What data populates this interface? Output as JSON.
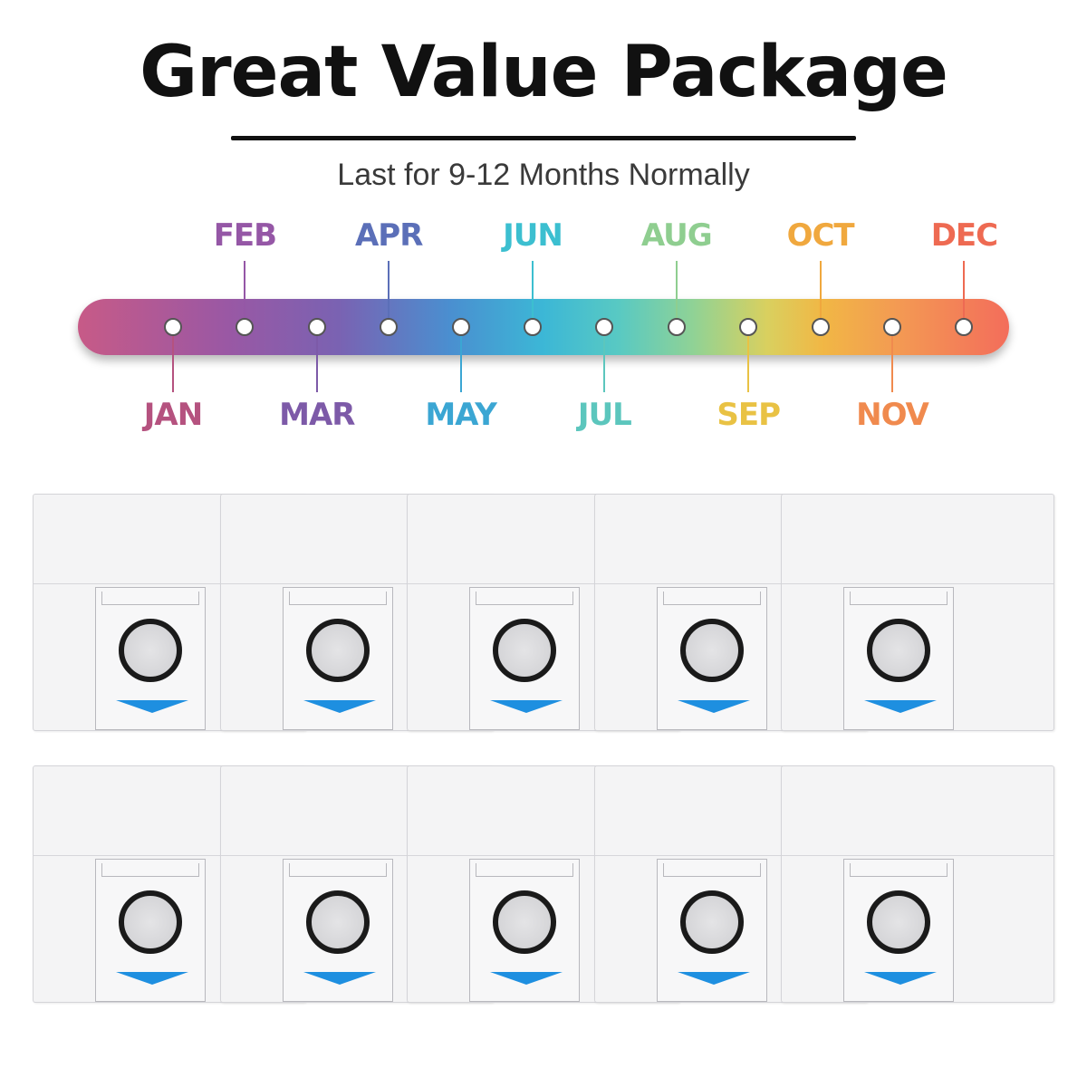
{
  "title": "Great Value Package",
  "subtitle": "Last for 9-12 Months Normally",
  "timeline": {
    "months": [
      {
        "label": "JAN",
        "color": "#b5527f",
        "position": "below"
      },
      {
        "label": "FEB",
        "color": "#9557a6",
        "position": "above"
      },
      {
        "label": "MAR",
        "color": "#7d5aa8",
        "position": "below"
      },
      {
        "label": "APR",
        "color": "#5b6fb8",
        "position": "above"
      },
      {
        "label": "MAY",
        "color": "#3ba6d3",
        "position": "below"
      },
      {
        "label": "JUN",
        "color": "#3cbfd0",
        "position": "above"
      },
      {
        "label": "JUL",
        "color": "#5cc6bd",
        "position": "below"
      },
      {
        "label": "AUG",
        "color": "#8fce90",
        "position": "above"
      },
      {
        "label": "SEP",
        "color": "#e9c244",
        "position": "below"
      },
      {
        "label": "OCT",
        "color": "#f0a83e",
        "position": "above"
      },
      {
        "label": "NOV",
        "color": "#f08a4e",
        "position": "below"
      },
      {
        "label": "DEC",
        "color": "#ee6a52",
        "position": "above"
      }
    ]
  },
  "bags": {
    "count": 10,
    "accent_color": "#1e8fe0"
  }
}
